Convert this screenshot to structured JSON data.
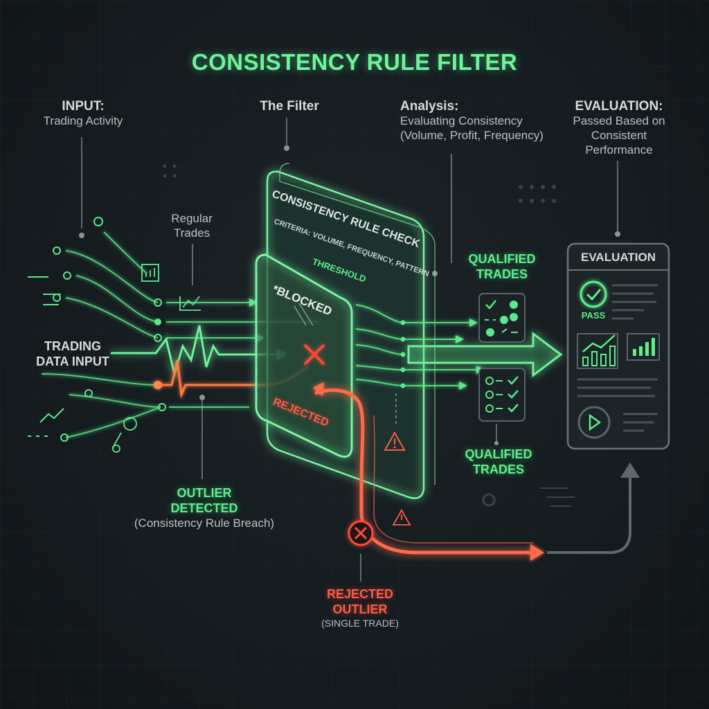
{
  "title": "CONSISTENCY RULE FILTER",
  "input": {
    "heading": "INPUT:",
    "subtitle": "Trading Activity"
  },
  "filter_label": "The Filter",
  "analysis": {
    "heading": "Analysis:",
    "line1": "Evaluating Consistency",
    "line2": "(Volume, Profit, Frequency)"
  },
  "evaluation_header": {
    "heading": "EVALUATION:",
    "line1": "Passed Based on",
    "line2": "Consistent",
    "line3": "Performance"
  },
  "regular_trades": {
    "line1": "Regular",
    "line2": "Trades"
  },
  "trading_data": {
    "line1": "TRADING",
    "line2": "DATA INPUT"
  },
  "outlier": {
    "line1": "OUTLIER",
    "line2": "DETECTED",
    "line3": "(Consistency Rule Breach)"
  },
  "panel": {
    "title": "CONSISTENCY RULE CHECK",
    "criteria": "CRITERIA: VOLUME, FREQUENCY, PATTERN",
    "threshold": "THRESHOLD",
    "blocked": "*BLOCKED",
    "rejected": "REJECTED"
  },
  "qualified_top": {
    "line1": "QUALIFIED",
    "line2": "TRADES"
  },
  "qualified_bottom": {
    "line1": "QUALIFIED",
    "line2": "TRADES"
  },
  "eval_card": {
    "title": "EVALUATION",
    "pass": "PASS"
  },
  "rejected_outlier": {
    "line1": "REJECTED",
    "line2": "OUTLIER",
    "line3": "(SINGLE TRADE)"
  },
  "colors": {
    "green": "#5cf08a",
    "red": "#ff5a4a",
    "gray": "#b9c1c4",
    "background": "#141a1e"
  }
}
